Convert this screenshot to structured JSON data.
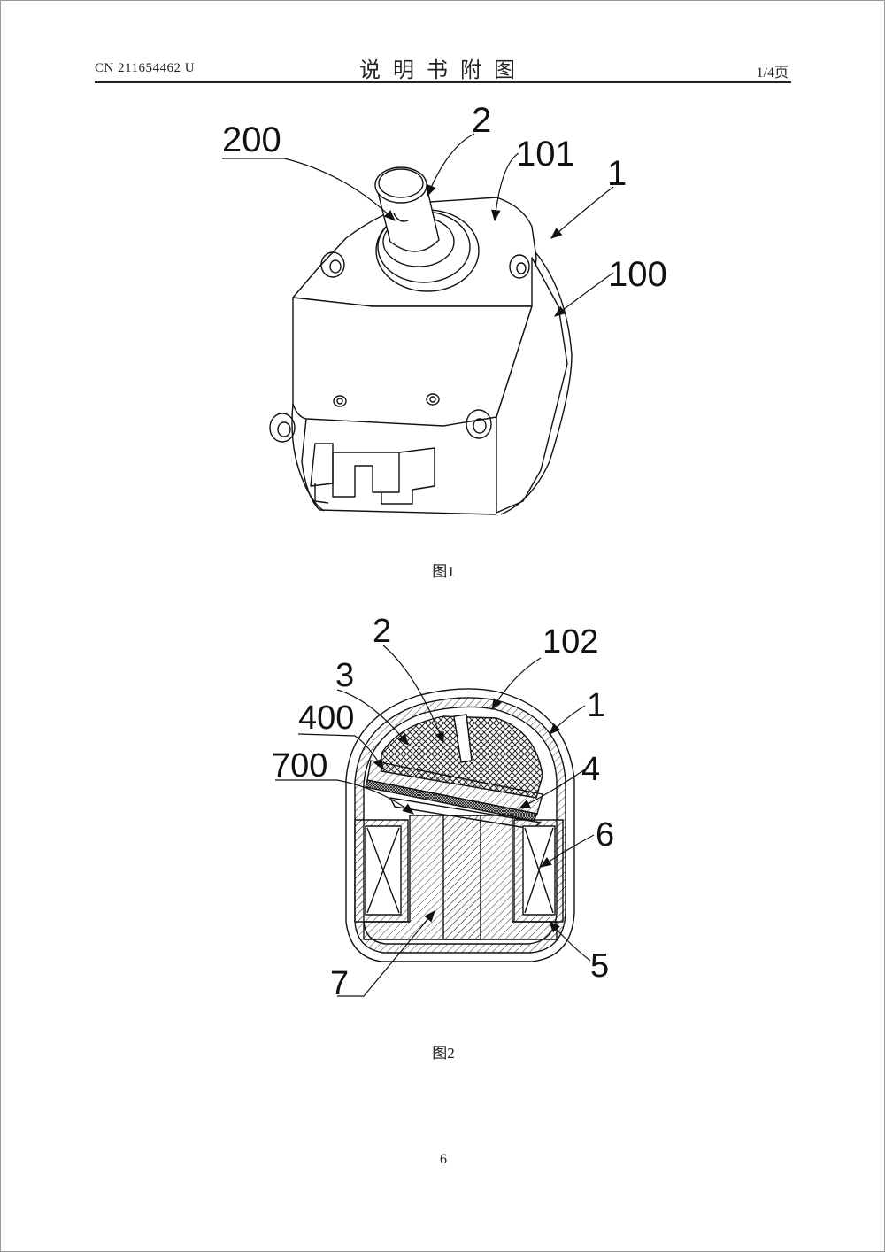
{
  "header": {
    "doc_number": "CN 211654462 U",
    "section_title": "说明书附图",
    "page_of": "1/4页"
  },
  "figure1": {
    "caption": "图1",
    "labels": [
      "200",
      "2",
      "101",
      "1",
      "100"
    ]
  },
  "figure2": {
    "caption": "图2",
    "labels": [
      "2",
      "102",
      "3",
      "1",
      "400",
      "4",
      "700",
      "6",
      "7",
      "5"
    ]
  },
  "footer": {
    "page_number": "6"
  },
  "colors": {
    "ink": "#111111",
    "paper": "#ffffff",
    "border": "#9a9a9a"
  }
}
